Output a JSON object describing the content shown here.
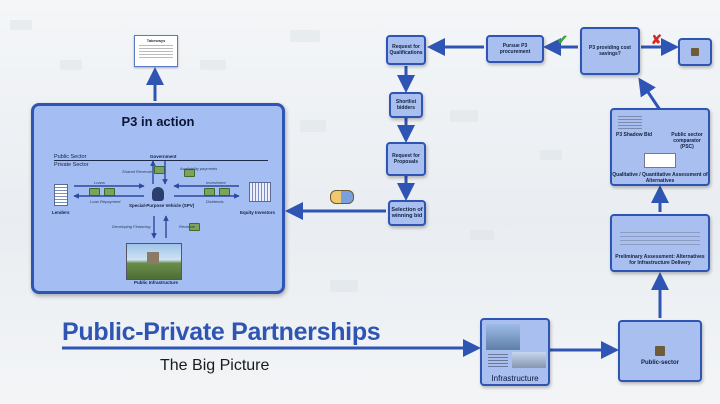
{
  "main": {
    "title": "Public-Private Partnerships",
    "subtitle": "The Big Picture"
  },
  "p3_box": {
    "title": "P3 in action",
    "public_sector": "Public Sector",
    "private_sector": "Private Sector",
    "government": "Government",
    "spv": "Special-Purpose Vehicle (SPV)",
    "lenders": "Lenders",
    "equity_investors": "Equity Investors",
    "public_infrastructure": "Public Infrastructure",
    "arrows": {
      "shared_revenue": "Shared Revenue",
      "availability_payments": "Availability payments",
      "loans": "Loans",
      "loan_repayment": "Loan Repayment",
      "investment": "Investment",
      "dividends": "Dividends",
      "developing_financing": "Developing Financing",
      "revenue": "Revenue"
    }
  },
  "thumbs": {
    "top_left": "Takeways",
    "top_right": ""
  },
  "process": {
    "request_qualifications": "Request for Qualifications",
    "shortlist": "Shortlist bidders",
    "request_proposals": "Request for Proposals",
    "selection": "Selection of winning bid",
    "pursue": "Pursue P3 procurement",
    "question": "P3 providing cost savings?",
    "value_assessment": "Qualitative / Quantitative Assessment of Alternatives",
    "p3_shadow_bid": "P3 Shadow Bid",
    "public_sector_comparator": "Public sector comparator (PSC)",
    "preliminary": "Preliminary Assessment: Alternatives for Infrastructure Delivery",
    "infrastructure": "Infrastructure",
    "public_sector": "Public-sector"
  },
  "colors": {
    "accent": "#2f55b4",
    "node_fill": "#a8bff0",
    "check": "#3aa336",
    "cross": "#d62a2a"
  }
}
